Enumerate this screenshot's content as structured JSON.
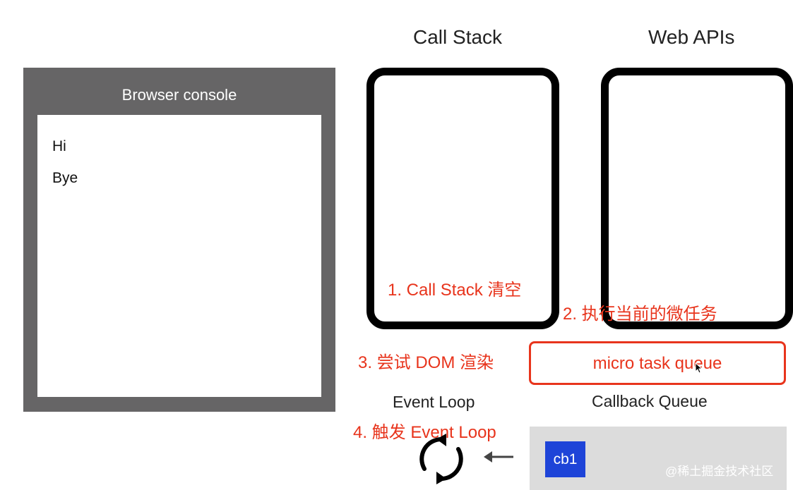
{
  "console": {
    "title": "Browser console",
    "lines": [
      "Hi",
      "Bye"
    ]
  },
  "headings": {
    "call_stack": "Call Stack",
    "web_apis": "Web APIs"
  },
  "notes": {
    "step1": "1. Call Stack 清空",
    "step2": "2. 执行当前的微任务",
    "step3": "3. 尝试 DOM 渲染",
    "step4": "4. 触发 Event Loop"
  },
  "micro_queue": {
    "label": "micro task queue"
  },
  "labels": {
    "event_loop": "Event Loop",
    "callback_queue": "Callback Queue"
  },
  "callback_items": [
    "cb1"
  ],
  "watermark": "@稀土掘金技术社区",
  "icons": {
    "loop": "circular-arrows-icon",
    "arrow": "left-arrow-icon",
    "cursor": "mouse-cursor-icon"
  },
  "colors": {
    "annotation": "#e8341c",
    "console_frame": "#666566",
    "callback_item": "#1e44d8",
    "callback_queue_bg": "#dcdcdc"
  }
}
